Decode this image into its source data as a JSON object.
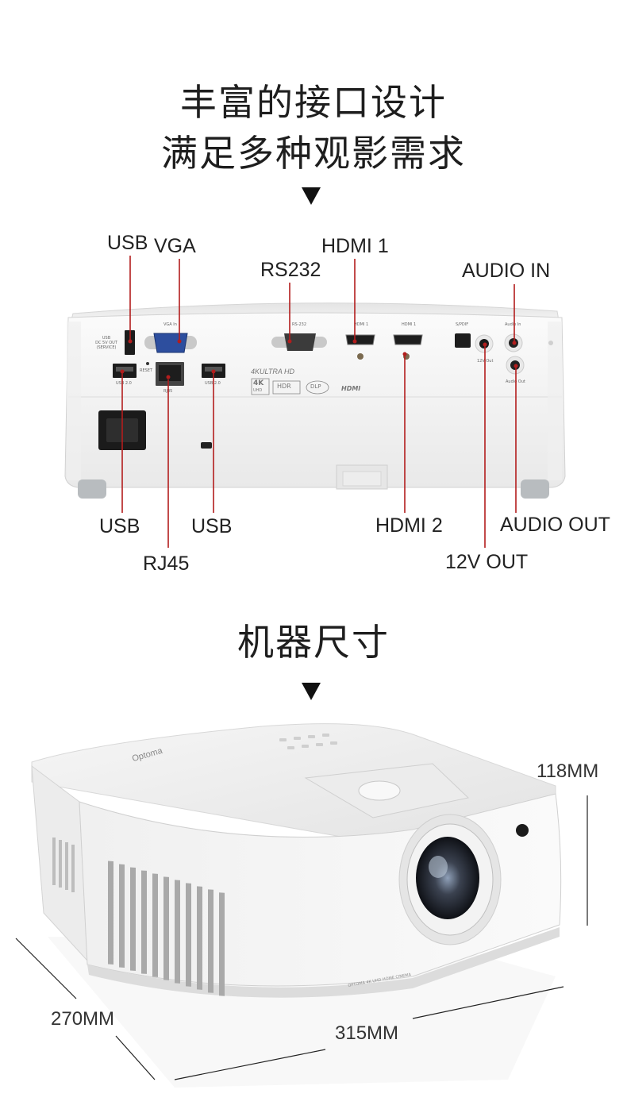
{
  "section1": {
    "title_line1": "丰富的接口设计",
    "title_line2": "满足多种观影需求"
  },
  "ports": {
    "usb_top": "USB",
    "vga": "VGA",
    "rs232": "RS232",
    "hdmi1": "HDMI 1",
    "audio_in": "AUDIO IN",
    "usb_left": "USB",
    "usb_mid": "USB",
    "rj45": "RJ45",
    "hdmi2": "HDMI 2",
    "audio_out": "AUDIO OUT",
    "out_12v": "12V OUT"
  },
  "panel_print": {
    "usb": "USB",
    "dc_out": "DC 5V OUT",
    "service": "(SERVICE)",
    "vga": "VGA In",
    "rs232": "RS-232",
    "hdmi1": "HDMI 1",
    "hdmi2": "HDMI 1",
    "spdif": "S/PDIF",
    "audio_in": "Audio In",
    "audio_out": "Audio Out",
    "v12_out": "12V Out",
    "reset": "RESET",
    "rj45": "RJ45",
    "usb20_left": "USB 2.0",
    "usb20_mid": "USB 2.0",
    "ultra": "4KULTRA HD",
    "k4": "4K",
    "uhd": "UHD",
    "hdr": "HDR",
    "dlp": "DLP",
    "hdmi_logo": "HDMI"
  },
  "section2": {
    "title": "机器尺寸"
  },
  "dimensions": {
    "height": "118MM",
    "depth": "270MM",
    "width": "315MM"
  },
  "product_print": {
    "brand": "Optoma",
    "side_text": "OPTOMA 4K UHD HOME CINEMA"
  },
  "colors": {
    "leader_line": "#b31d1d",
    "heading_text": "#1e1e1e"
  }
}
